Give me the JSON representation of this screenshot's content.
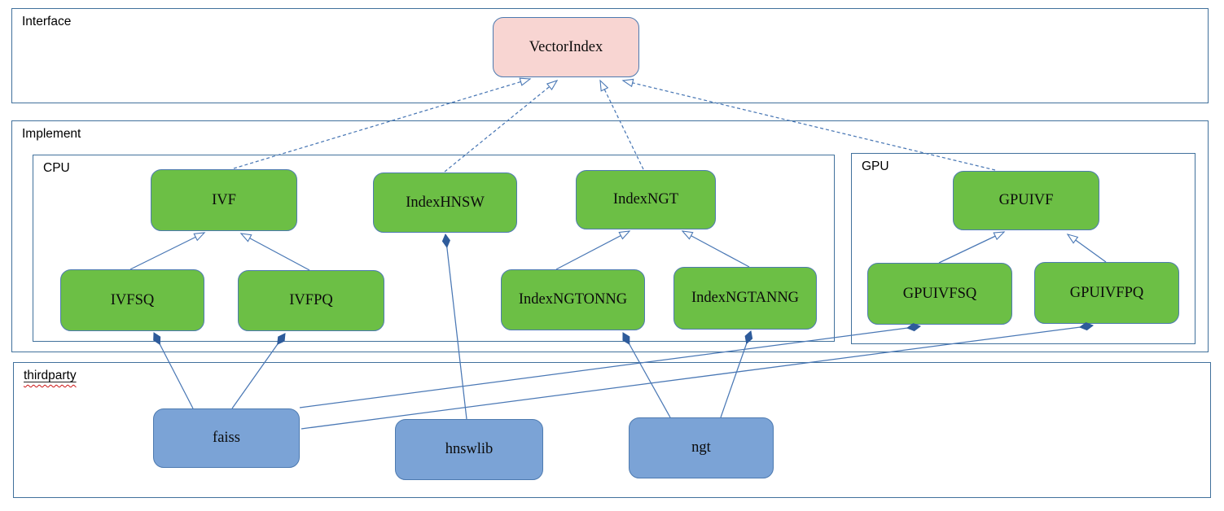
{
  "diagram": {
    "sections": {
      "interface": {
        "label": "Interface"
      },
      "implement": {
        "label": "Implement"
      },
      "cpu": {
        "label": "CPU"
      },
      "gpu": {
        "label": "GPU"
      },
      "thirdparty": {
        "label": "thirdparty",
        "spellcheck_underline": true
      }
    },
    "nodes": {
      "vector_index": {
        "label": "VectorIndex",
        "kind": "interface",
        "section": "interface"
      },
      "ivf": {
        "label": "IVF",
        "kind": "class",
        "section": "cpu"
      },
      "index_hnsw": {
        "label": "IndexHNSW",
        "kind": "class",
        "section": "cpu"
      },
      "index_ngt": {
        "label": "IndexNGT",
        "kind": "class",
        "section": "cpu"
      },
      "ivfsq": {
        "label": "IVFSQ",
        "kind": "class",
        "section": "cpu"
      },
      "ivfpq": {
        "label": "IVFPQ",
        "kind": "class",
        "section": "cpu"
      },
      "index_ngtonng": {
        "label": "IndexNGTONNG",
        "kind": "class",
        "section": "cpu"
      },
      "index_ngtanng": {
        "label": "IndexNGTANNG",
        "kind": "class",
        "section": "cpu"
      },
      "gpu_ivf": {
        "label": "GPUIVF",
        "kind": "class",
        "section": "gpu"
      },
      "gpu_ivfsq": {
        "label": "GPUIVFSQ",
        "kind": "class",
        "section": "gpu"
      },
      "gpu_ivfpq": {
        "label": "GPUIVFPQ",
        "kind": "class",
        "section": "gpu"
      },
      "faiss": {
        "label": "faiss",
        "kind": "library",
        "section": "thirdparty"
      },
      "hnswlib": {
        "label": "hnswlib",
        "kind": "library",
        "section": "thirdparty"
      },
      "ngt": {
        "label": "ngt",
        "kind": "library",
        "section": "thirdparty"
      }
    },
    "edges": {
      "realization_dashed_hollow_arrow": [
        {
          "from": "IVF",
          "to": "VectorIndex"
        },
        {
          "from": "IndexHNSW",
          "to": "VectorIndex"
        },
        {
          "from": "IndexNGT",
          "to": "VectorIndex"
        },
        {
          "from": "GPUIVF",
          "to": "VectorIndex"
        }
      ],
      "generalization_solid_hollow_arrow": [
        {
          "from": "IVFSQ",
          "to": "IVF"
        },
        {
          "from": "IVFPQ",
          "to": "IVF"
        },
        {
          "from": "IndexNGTONNG",
          "to": "IndexNGT"
        },
        {
          "from": "IndexNGTANNG",
          "to": "IndexNGT"
        },
        {
          "from": "GPUIVFSQ",
          "to": "GPUIVF"
        },
        {
          "from": "GPUIVFPQ",
          "to": "GPUIVF"
        }
      ],
      "composition_filled_diamond": [
        {
          "from": "faiss",
          "to": "IVFSQ"
        },
        {
          "from": "faiss",
          "to": "IVFPQ"
        },
        {
          "from": "faiss",
          "to": "GPUIVFSQ"
        },
        {
          "from": "faiss",
          "to": "GPUIVFPQ"
        },
        {
          "from": "hnswlib",
          "to": "IndexHNSW"
        },
        {
          "from": "ngt",
          "to": "IndexNGTONNG"
        },
        {
          "from": "ngt",
          "to": "IndexNGTANNG"
        }
      ]
    },
    "colors": {
      "interface_node_fill": "#f8d5d2",
      "implementation_node_fill": "#6cbf45",
      "thirdparty_node_fill": "#7ba3d6",
      "node_border": "#4d7ab0",
      "section_border": "#41719c",
      "edge_line": "#4a78b5",
      "diamond_fill": "#2e5b9b",
      "spellcheck_wave": "#cc1414"
    }
  }
}
